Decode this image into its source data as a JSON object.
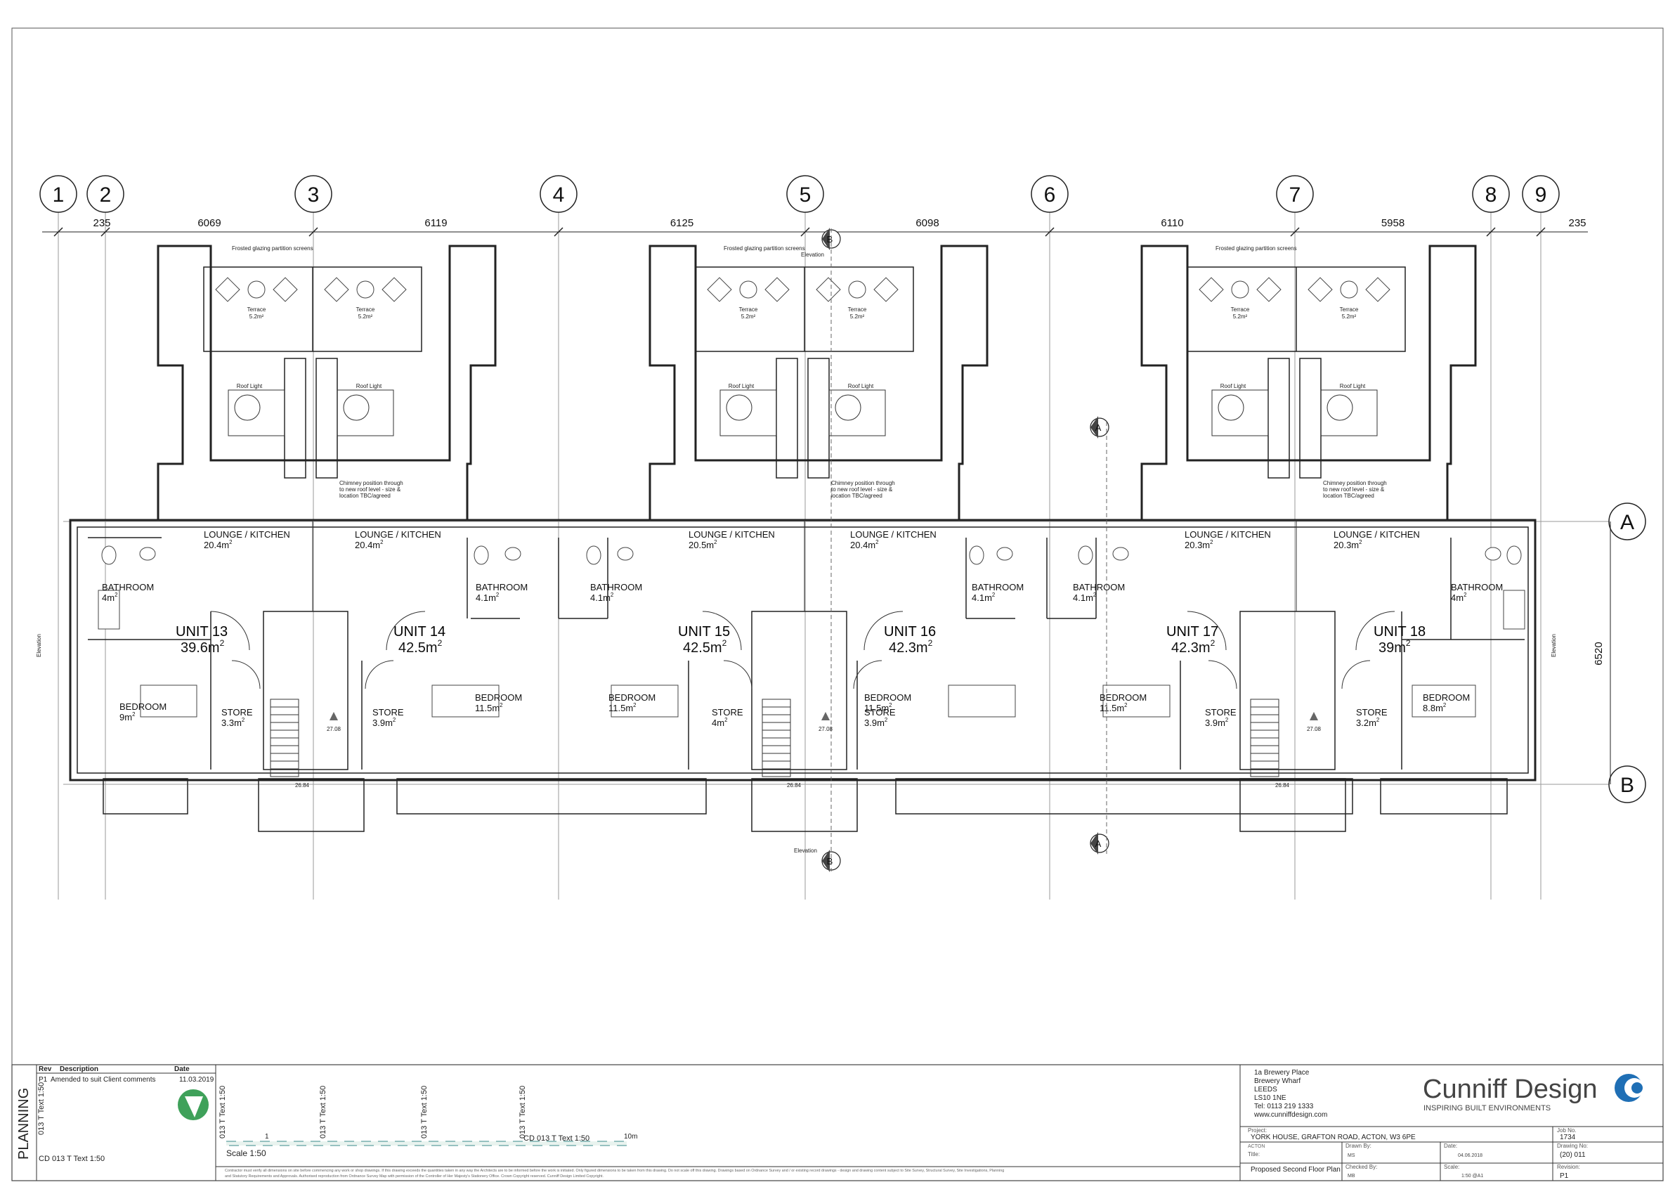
{
  "grid": {
    "columns": [
      "1",
      "2",
      "3",
      "4",
      "5",
      "6",
      "7",
      "8",
      "9"
    ],
    "rows": [
      "A",
      "B"
    ],
    "column_dims": [
      "235",
      "6069",
      "6119",
      "6125",
      "6098",
      "6110",
      "5958",
      "235"
    ],
    "row_dim": "6520"
  },
  "notes": {
    "frosted": "Frosted glazing partition screens",
    "roof_light": "Roof Light",
    "terrace": "Terrace",
    "terrace_area": "5.2m²",
    "chimney": [
      "Chimney position through",
      "to new roof level - size &",
      "location TBC/agreed"
    ],
    "elevation": "Elevation",
    "section_a": "A",
    "section_b": "B",
    "level_1": "27.08",
    "level_2": "26.84"
  },
  "units": [
    {
      "name": "UNIT 13",
      "area": "39.6m²",
      "lounge": "LOUNGE / KITCHEN",
      "lounge_area": "20.4m²",
      "bathroom": "BATHROOM",
      "bathroom_area": "4m²",
      "bedroom": "BEDROOM",
      "bedroom_area": "9m²",
      "store": "STORE",
      "store_area": "3.3m²"
    },
    {
      "name": "UNIT 14",
      "area": "42.5m²",
      "lounge": "LOUNGE / KITCHEN",
      "lounge_area": "20.4m²",
      "bathroom": "BATHROOM",
      "bathroom_area": "4.1m²",
      "bedroom": "BEDROOM",
      "bedroom_area": "11.5m²",
      "store": "STORE",
      "store_area": "3.9m²"
    },
    {
      "name": "UNIT 15",
      "area": "42.5m²",
      "lounge": "LOUNGE / KITCHEN",
      "lounge_area": "20.5m²",
      "bathroom": "BATHROOM",
      "bathroom_area": "4.1m²",
      "bedroom": "BEDROOM",
      "bedroom_area": "11.5m²",
      "store": "STORE",
      "store_area": "4m²"
    },
    {
      "name": "UNIT 16",
      "area": "42.3m²",
      "lounge": "LOUNGE / KITCHEN",
      "lounge_area": "20.4m²",
      "bathroom": "BATHROOM",
      "bathroom_area": "4.1m²",
      "bedroom": "BEDROOM",
      "bedroom_area": "11.5m²",
      "store": "STORE",
      "store_area": "3.9m²"
    },
    {
      "name": "UNIT 17",
      "area": "42.3m²",
      "lounge": "LOUNGE / KITCHEN",
      "lounge_area": "20.3m²",
      "bathroom": "BATHROOM",
      "bathroom_area": "4.1m²",
      "bedroom": "BEDROOM",
      "bedroom_area": "11.5m²",
      "store": "STORE",
      "store_area": "3.9m²"
    },
    {
      "name": "UNIT 18",
      "area": "39m²",
      "lounge": "LOUNGE / KITCHEN",
      "lounge_area": "20.3m²",
      "bathroom": "BATHROOM",
      "bathroom_area": "4m²",
      "bedroom": "BEDROOM",
      "bedroom_area": "8.8m²",
      "store": "STORE",
      "store_area": "3.2m²"
    }
  ],
  "titleblock": {
    "stage": "PLANNING",
    "rev_headers": {
      "rev": "Rev",
      "description": "Description",
      "date": "Date"
    },
    "revisions": [
      {
        "rev": "P1",
        "description": "Amended to suit Client comments",
        "date": "11.03.2019"
      }
    ],
    "scale_text": "Scale 1:50",
    "scale_start": "1",
    "scale_end": "10m",
    "tag_main": "CD 013 T Text 1:50",
    "tag_short": "013 T Text 1:50",
    "tag_left": "CD 013 T Text 1:50",
    "disclaimer": [
      "Contractor must verify all dimensions on site before commencing any work or shop drawings. If this drawing exceeds the quantities taken in any way the Architects are to be informed before the work is initiated. Only figured dimensions to be taken from this drawing. Do not scale off this drawing. Drawings based on Ordnance Survey and / or existing record drawings - design and drawing content subject to Site Survey, Structural Survey, Site Investigations, Planning",
      "and Statutory Requirements and Approvals. Authorised reproduction from Ordnance Survey Map with permission of the Controller of Her Majesty's Stationery Office. Crown Copyright reserved. Cunniff Design Limited Copyright."
    ],
    "address": [
      "1a Brewery Place",
      "Brewery Wharf",
      "LEEDS",
      "LS10 1NE",
      "Tel: 0113 219 1333",
      "www.cunniffdesign.com"
    ],
    "company": "Cunniff Design",
    "tagline": "INSPIRING BUILT ENVIRONMENTS",
    "brand_color": "#1f6fb5",
    "fields": {
      "project_label": "Project:",
      "project": "YORK HOUSE, GRAFTON ROAD, ACTON, W3 6PE",
      "client": "ACTON",
      "job_no_label": "Job No.",
      "job_no": "1734",
      "drawn_by_label": "Drawn By:",
      "drawn_by": "MS",
      "date_label": "Date:",
      "date": "04.06.2018",
      "drawing_no_label": "Drawing No:",
      "drawing_no": "(20) 011",
      "title_label": "Title:",
      "title": "Proposed Second Floor Plan",
      "checked_by_label": "Checked By:",
      "checked_by": "MB",
      "scale_label": "Scale:",
      "scale": "1:50 @A1",
      "revision_label": "Revision:",
      "revision": "P1"
    }
  }
}
